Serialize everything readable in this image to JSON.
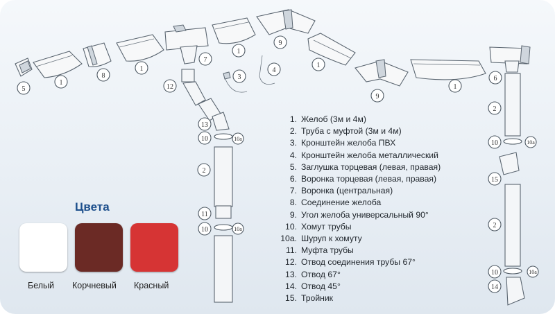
{
  "legend": [
    {
      "num": "1.",
      "text": "Желоб (3м и 4м)"
    },
    {
      "num": "2.",
      "text": "Труба с муфтой (3м и 4м)"
    },
    {
      "num": "3.",
      "text": "Кронштейн желоба ПВХ"
    },
    {
      "num": "4.",
      "text": "Кронштейн желоба металлический"
    },
    {
      "num": "5.",
      "text": "Заглушка торцевая (левая, правая)"
    },
    {
      "num": "6.",
      "text": "Воронка торцевая (левая, правая)"
    },
    {
      "num": "7.",
      "text": "Воронка (центральная)"
    },
    {
      "num": "8.",
      "text": "Соединение желоба"
    },
    {
      "num": "9.",
      "text": "Угол желоба универсальный 90°"
    },
    {
      "num": "10.",
      "text": "Хомут трубы"
    },
    {
      "num": "10a.",
      "text": "Шуруп к хомуту"
    },
    {
      "num": "11.",
      "text": "Муфта трубы"
    },
    {
      "num": "12.",
      "text": "Отвод соединения трубы 67°"
    },
    {
      "num": "13.",
      "text": "Отвод 67°"
    },
    {
      "num": "14.",
      "text": "Отвод 45°"
    },
    {
      "num": "15.",
      "text": "Тройник"
    }
  ],
  "colors": {
    "title": "Цвета",
    "items": [
      {
        "label": "Белый",
        "hex": "#ffffff"
      },
      {
        "label": "Корчневый",
        "hex": "#6b2a25"
      },
      {
        "label": "Красный",
        "hex": "#d63434"
      }
    ]
  },
  "callouts": {
    "c1": "1",
    "c2": "2",
    "c3": "3",
    "c4": "4",
    "c5": "5",
    "c6": "6",
    "c7": "7",
    "c8": "8",
    "c9": "9",
    "c10": "10",
    "c10a": "10a",
    "c11": "11",
    "c12": "12",
    "c13": "13",
    "c14": "14",
    "c15": "15"
  }
}
